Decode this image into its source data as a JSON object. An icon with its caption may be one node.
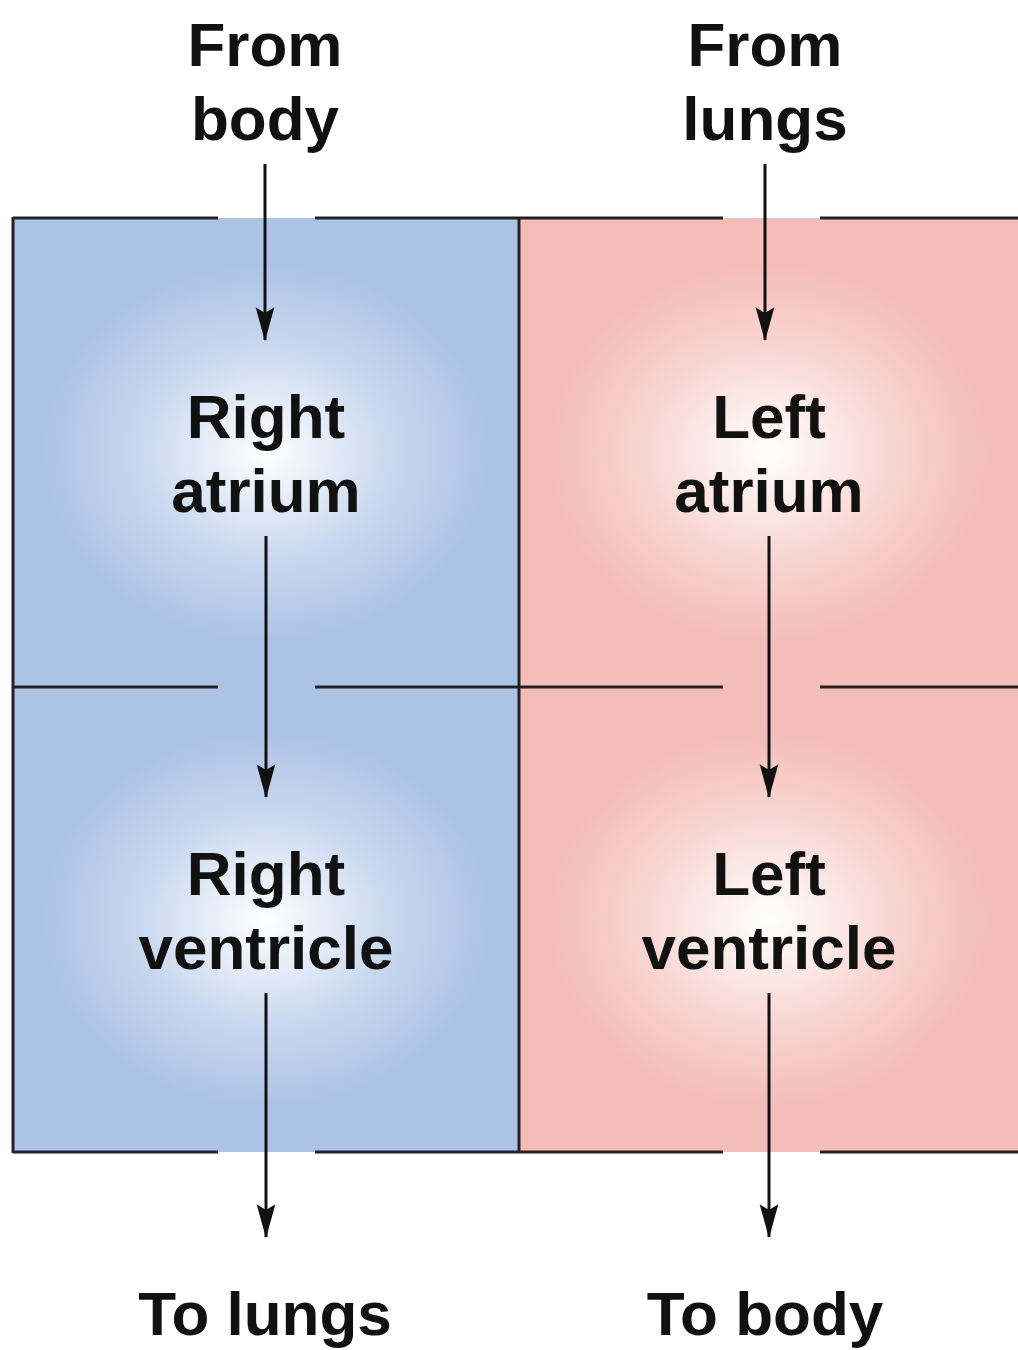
{
  "diagram": {
    "nodes": [
      {
        "text": [
          "From body"
        ]
      },
      {
        "text": [
          "From lungs"
        ]
      },
      {
        "text": [
          "Right atrium"
        ]
      },
      {
        "text": [
          "Left atrium"
        ]
      },
      {
        "text": [
          "Right ventricle"
        ]
      },
      {
        "text": [
          "Left ventricle"
        ]
      },
      {
        "text": [
          "To lungs"
        ]
      },
      {
        "text": [
          "To body"
        ]
      }
    ],
    "edges": [
      {
        "from": 0,
        "to": 2,
        "arrow": "to"
      },
      {
        "from": 1,
        "to": 3,
        "arrow": "to"
      },
      {
        "from": 2,
        "to": 4,
        "arrow": "to"
      },
      {
        "from": 3,
        "to": 5,
        "arrow": "to"
      },
      {
        "from": 4,
        "to": 6,
        "arrow": "to"
      },
      {
        "from": 5,
        "to": 7,
        "arrow": "to"
      }
    ]
  }
}
